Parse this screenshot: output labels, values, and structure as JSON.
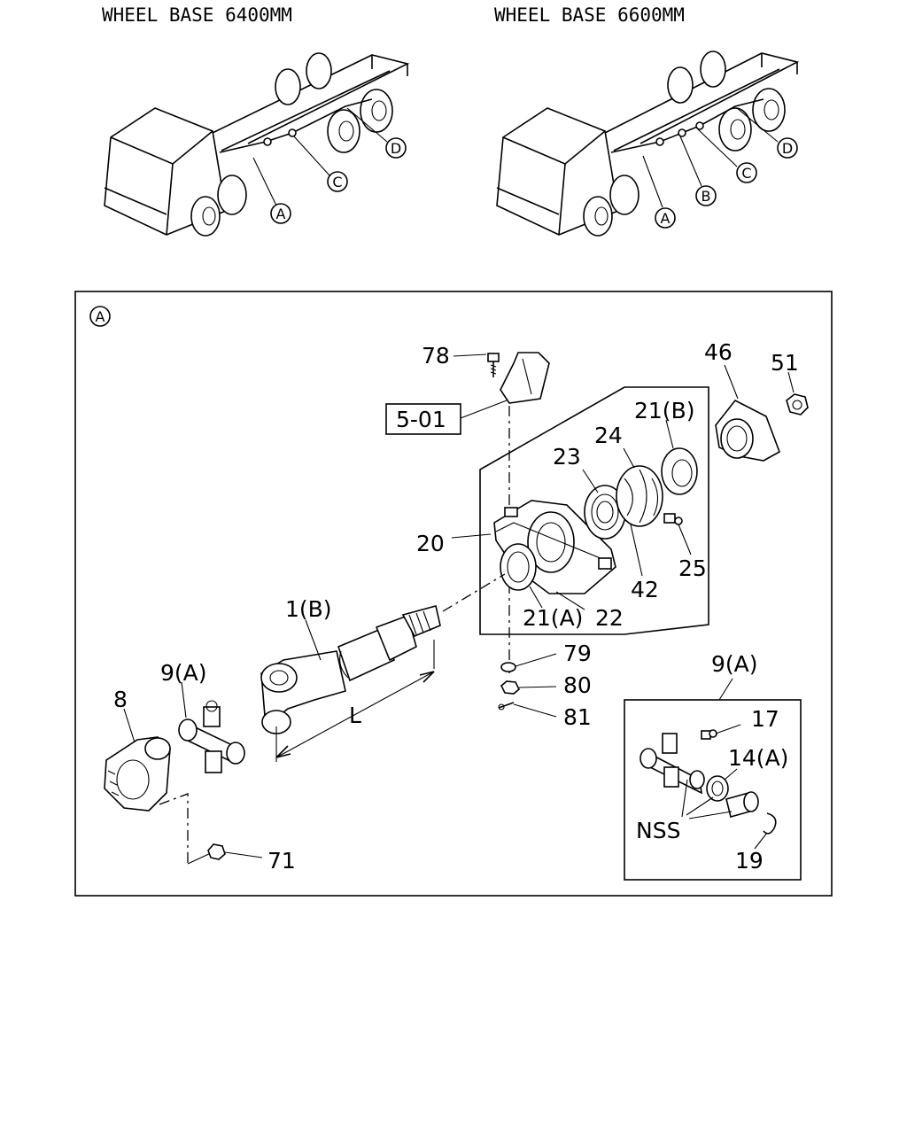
{
  "headings": {
    "left": "WHEEL BASE 6400MM",
    "right": "WHEEL BASE 6600MM"
  },
  "truck_left_callouts": [
    "A",
    "C",
    "D"
  ],
  "truck_right_callouts": [
    "A",
    "B",
    "C",
    "D"
  ],
  "detail_frame_tag": "A",
  "ref_box": "5-01",
  "part_labels": {
    "p78": "78",
    "p46": "46",
    "p51": "51",
    "p21b": "21(B)",
    "p24": "24",
    "p23": "23",
    "p20": "20",
    "p25": "25",
    "p42": "42",
    "p1b": "1(B)",
    "p21a": "21(A)",
    "p22": "22",
    "p79": "79",
    "p80": "80",
    "p81": "81",
    "p9a": "9(A)",
    "p8": "8",
    "p71": "71",
    "dim_l": "L"
  },
  "inset": {
    "title": "9(A)",
    "p17": "17",
    "p14a": "14(A)",
    "nss": "NSS",
    "p19": "19"
  }
}
